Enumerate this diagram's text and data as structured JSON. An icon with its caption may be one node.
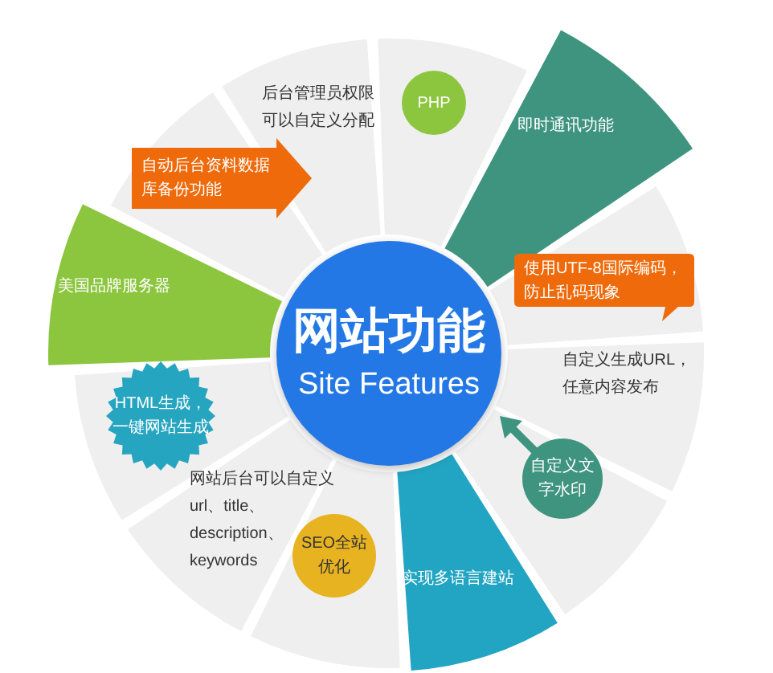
{
  "diagram": {
    "nodes": [
      {
        "text": [
          "网站功能",
          "Site Features"
        ]
      },
      {
        "text": [
          "自动后台资料数据库备份功能"
        ]
      },
      {
        "text": [
          "PHP"
        ]
      },
      {
        "text": [
          "使用UTF-8国际编码，防止乱码现象"
        ]
      },
      {
        "text": [
          "自定义文字水印"
        ]
      },
      {
        "text": [
          "SEO全站优化"
        ]
      },
      {
        "text": [
          "HTML生成，一键网站生成"
        ]
      }
    ],
    "edges": [],
    "labels": [
      "后台管理员权限可以自定义分配",
      "即时通讯功能",
      "美国品牌服务器",
      "自定义生成URL，任意内容发布",
      "网站后台可以自定义url、title、description、keywords",
      "实现多语言建站"
    ]
  }
}
